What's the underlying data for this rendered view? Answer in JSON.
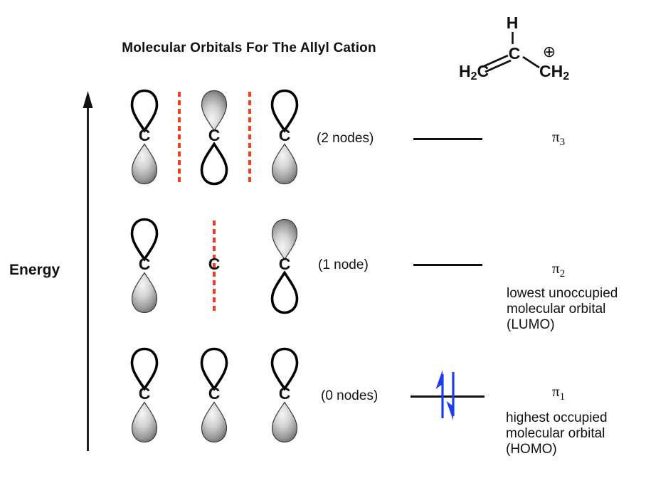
{
  "title": "Molecular Orbitals For The Allyl Cation",
  "energy_axis": {
    "label": "Energy"
  },
  "molecule": {
    "name": "allyl cation",
    "h_label": "H",
    "c_label": "C",
    "charge_symbol": "⊕",
    "left_group": {
      "pre": "H",
      "sub": "2",
      "post": "C"
    },
    "right_group": {
      "pre": "CH",
      "sub": "2"
    }
  },
  "mo_diagram": {
    "carbon_label": "C",
    "rows": [
      {
        "name": "pi3",
        "node_count": 2,
        "carbons": [
          {
            "top": "white",
            "bottom": "shaded"
          },
          {
            "top": "shaded",
            "bottom": "white"
          },
          {
            "top": "white",
            "bottom": "shaded"
          }
        ],
        "node_lines_between": [
          [
            0,
            1
          ],
          [
            1,
            2
          ]
        ]
      },
      {
        "name": "pi2",
        "node_count": 1,
        "carbons": [
          {
            "top": "white",
            "bottom": "shaded"
          },
          {
            "top": null,
            "bottom": null
          },
          {
            "top": "shaded",
            "bottom": "white"
          }
        ],
        "node_lines_between": [
          [
            1,
            1
          ]
        ]
      },
      {
        "name": "pi1",
        "node_count": 0,
        "carbons": [
          {
            "top": "white",
            "bottom": "shaded"
          },
          {
            "top": "white",
            "bottom": "shaded"
          },
          {
            "top": "white",
            "bottom": "shaded"
          }
        ],
        "node_lines_between": []
      }
    ]
  },
  "energy_levels": [
    {
      "symbol": "π",
      "subscript": "3",
      "nodes_text": "(2 nodes)",
      "electron_count": 0
    },
    {
      "symbol": "π",
      "subscript": "2",
      "nodes_text": "(1 node)",
      "electron_count": 0
    },
    {
      "symbol": "π",
      "subscript": "1",
      "nodes_text": "(0 nodes)",
      "electron_count": 2
    }
  ],
  "annotations": {
    "lumo": {
      "lines": [
        "lowest unoccupied",
        "molecular orbital",
        "(LUMO)"
      ]
    },
    "homo": {
      "lines": [
        "highest occupied",
        "molecular orbital",
        "(HOMO)"
      ]
    }
  },
  "colors": {
    "ink": "#111111",
    "node_line_red": "#f83b1e",
    "electron_arrow_blue": "#1e3cf0"
  }
}
